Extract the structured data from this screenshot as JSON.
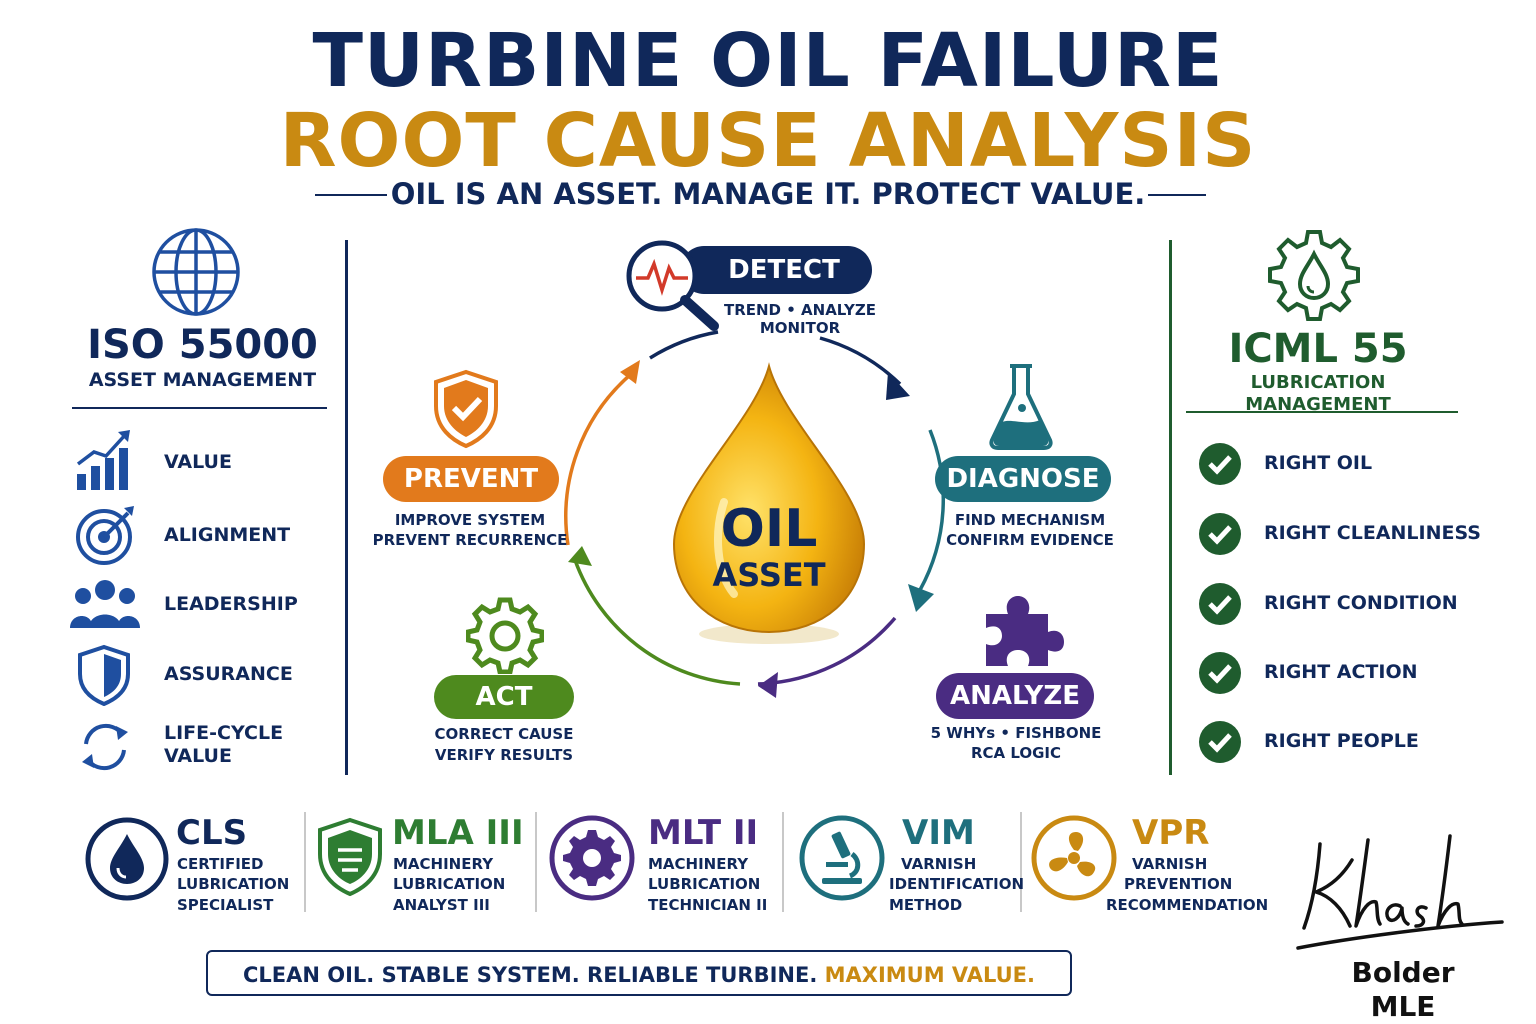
{
  "header": {
    "title_line1": "TURBINE OIL FAILURE",
    "title_line2": "ROOT CAUSE ANALYSIS",
    "tagline": "OIL IS AN ASSET. MANAGE IT. PROTECT VALUE."
  },
  "left_panel": {
    "title": "ISO 55000",
    "subtitle": "ASSET MANAGEMENT",
    "items": [
      {
        "label": "VALUE",
        "icon": "growth-chart-icon"
      },
      {
        "label": "ALIGNMENT",
        "icon": "target-icon"
      },
      {
        "label": "LEADERSHIP",
        "icon": "team-icon"
      },
      {
        "label": "ASSURANCE",
        "icon": "shield-icon"
      },
      {
        "label_line1": "LIFE-CYCLE",
        "label_line2": "VALUE",
        "icon": "cycle-arrows-icon"
      }
    ]
  },
  "cycle": {
    "center_line1": "OIL",
    "center_line2": "ASSET",
    "steps": [
      {
        "name": "DETECT",
        "line1": "TREND • ANALYZE",
        "line2": "MONITOR",
        "color": "#10285a"
      },
      {
        "name": "DIAGNOSE",
        "line1": "FIND MECHANISM",
        "line2": "CONFIRM EVIDENCE",
        "color": "#1e6f7d"
      },
      {
        "name": "ANALYZE",
        "line1": "5 WHYs • FISHBONE",
        "line2": "RCA LOGIC",
        "color": "#4a2c82"
      },
      {
        "name": "ACT",
        "line1": "CORRECT CAUSE",
        "line2": "VERIFY RESULTS",
        "color": "#4e8a1e"
      },
      {
        "name": "PREVENT",
        "line1": "IMPROVE SYSTEM",
        "line2": "PREVENT RECURRENCE",
        "color": "#e27a1c"
      }
    ]
  },
  "right_panel": {
    "title": "ICML 55",
    "subtitle": "LUBRICATION MANAGEMENT",
    "items": [
      "RIGHT OIL",
      "RIGHT CLEANLINESS",
      "RIGHT CONDITION",
      "RIGHT ACTION",
      "RIGHT PEOPLE"
    ],
    "accent": "#1f5c2e"
  },
  "certs": [
    {
      "title": "CLS",
      "lines": [
        "CERTIFIED",
        "LUBRICATION",
        "SPECIALIST"
      ],
      "color": "#10285a",
      "icon": "drop-icon"
    },
    {
      "title": "MLA III",
      "lines": [
        "MACHINERY",
        "LUBRICATION",
        "ANALYST III"
      ],
      "color": "#2e7d32",
      "icon": "shield-icon"
    },
    {
      "title": "MLT II",
      "lines": [
        "MACHINERY",
        "LUBRICATION",
        "TECHNICIAN II"
      ],
      "color": "#4a2c82",
      "icon": "gear-icon"
    },
    {
      "title": "VIM",
      "lines": [
        "VARNISH",
        "IDENTIFICATION",
        "METHOD"
      ],
      "color": "#1e6f7d",
      "icon": "microscope-icon"
    },
    {
      "title": "VPR",
      "lines": [
        "VARNISH",
        "PREVENTION",
        "RECOMMENDATION"
      ],
      "color": "#c98a12",
      "icon": "fan-icon"
    }
  ],
  "footer": {
    "part1": "CLEAN OIL. STABLE SYSTEM. RELIABLE TURBINE.",
    "part2": "MAXIMUM VALUE."
  },
  "signature": {
    "name": "Bolder MLE"
  }
}
